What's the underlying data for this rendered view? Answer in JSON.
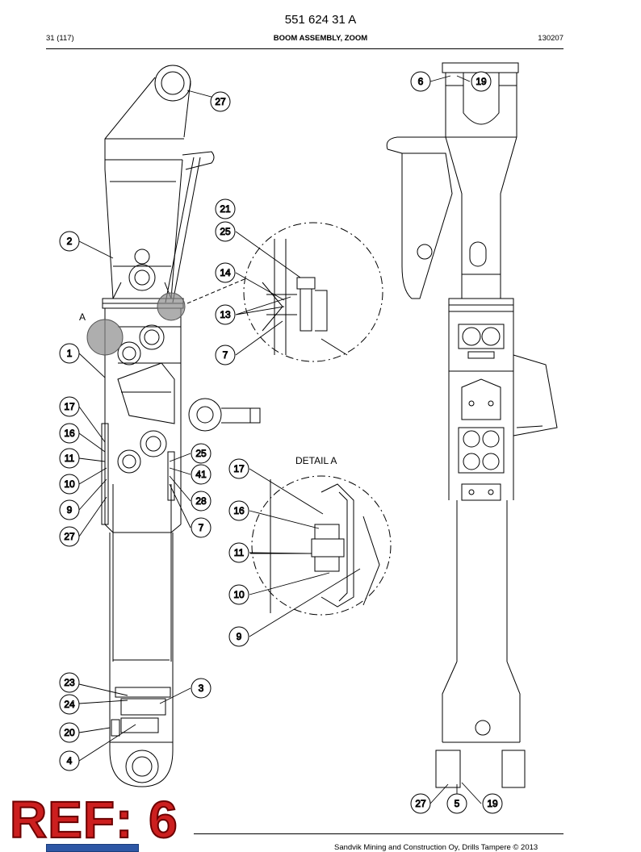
{
  "header": {
    "document_number": "551 624 31 A",
    "page": "31 (117)",
    "title": "BOOM ASSEMBLY, ZOOM",
    "date_code": "130207"
  },
  "labels": {
    "view_a": "A",
    "detail_a": "DETAIL A"
  },
  "callouts": {
    "left_27": "27",
    "left_2": "2",
    "left_1": "1",
    "left_17": "17",
    "left_16": "16",
    "left_11": "11",
    "left_10": "10",
    "left_9": "9",
    "left_27b": "27",
    "left_25": "25",
    "left_41": "41",
    "left_28": "28",
    "left_7": "7",
    "left_23": "23",
    "left_24": "24",
    "left_3": "3",
    "left_20": "20",
    "left_4": "4",
    "zoom_21": "21",
    "zoom_25": "25",
    "zoom_14": "14",
    "zoom_13": "13",
    "zoom_7": "7",
    "detail_17": "17",
    "detail_16": "16",
    "detail_11": "11",
    "detail_10": "10",
    "detail_9": "9",
    "right_6": "6",
    "right_19": "19",
    "right_27": "27",
    "right_5": "5",
    "right_19b": "19"
  },
  "stamp": {
    "text": "REF: 6",
    "color": "#cc1f1f"
  },
  "footer": {
    "copyright": "Sandvik Mining and Construction Oy, Drills Tampere © 2013"
  }
}
